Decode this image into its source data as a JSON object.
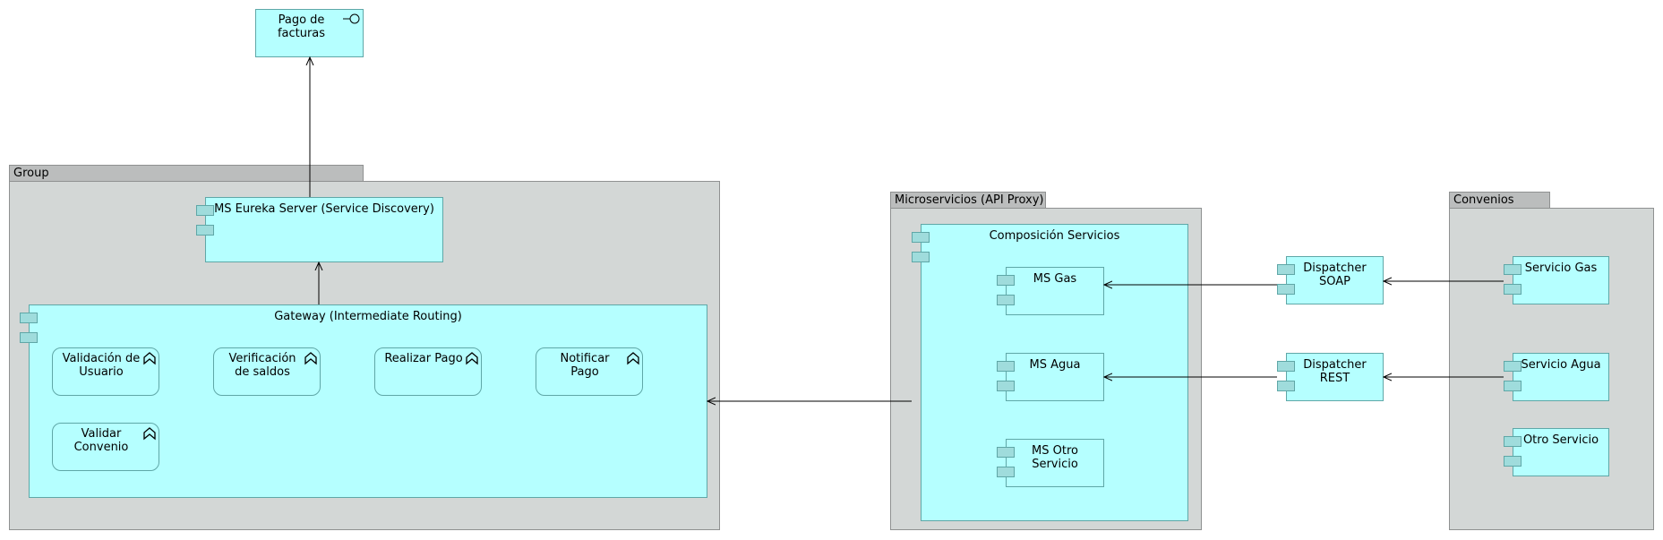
{
  "interface": {
    "label": "Pago de\nfacturas"
  },
  "group_main": {
    "title": "Group",
    "eureka": {
      "label": "MS Eureka Server (Service Discovery)"
    },
    "gateway": {
      "label": "Gateway (Intermediate Routing)",
      "functions": [
        {
          "label": "Validación de\nUsuario"
        },
        {
          "label": "Verificación\nde saldos"
        },
        {
          "label": "Realizar Pago"
        },
        {
          "label": "Notificar\nPago"
        },
        {
          "label": "Validar\nConvenio"
        }
      ]
    }
  },
  "group_micro": {
    "title": "Microservicios (API Proxy)",
    "composition": {
      "label": "Composición Servicios",
      "services": [
        {
          "label": "MS Gas"
        },
        {
          "label": "MS Agua"
        },
        {
          "label": "MS Otro\nServicio"
        }
      ]
    }
  },
  "dispatchers": [
    {
      "label": "Dispatcher\nSOAP"
    },
    {
      "label": "Dispatcher\nREST"
    }
  ],
  "group_convenios": {
    "title": "Convenios",
    "services": [
      {
        "label": "Servicio Gas"
      },
      {
        "label": "Servicio Agua"
      },
      {
        "label": "Otro Servicio"
      }
    ]
  },
  "colors": {
    "application": "#b5ffff",
    "application_border": "#5fa7a7",
    "group_fill": "#d3d7d6",
    "group_tab": "#bbbdbd"
  }
}
